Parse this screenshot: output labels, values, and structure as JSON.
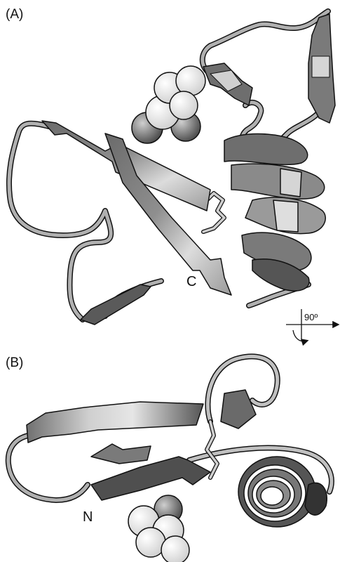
{
  "figure": {
    "panel_a_label": "(A)",
    "panel_b_label": "(B)",
    "c_terminus_label": "C",
    "n_terminus_label": "N",
    "rotation_label": "90º",
    "colors": {
      "loop": "#a9a9a9",
      "strand_dark": "#5a5a5a",
      "strand_mid": "#8c8c8c",
      "strand_light": "#d9d9d9",
      "helix_dark": "#6e6e6e",
      "helix_light": "#cfcfcf",
      "sphere_light": "#eeeeee",
      "sphere_dark": "#777777",
      "outline": "#111111"
    }
  }
}
